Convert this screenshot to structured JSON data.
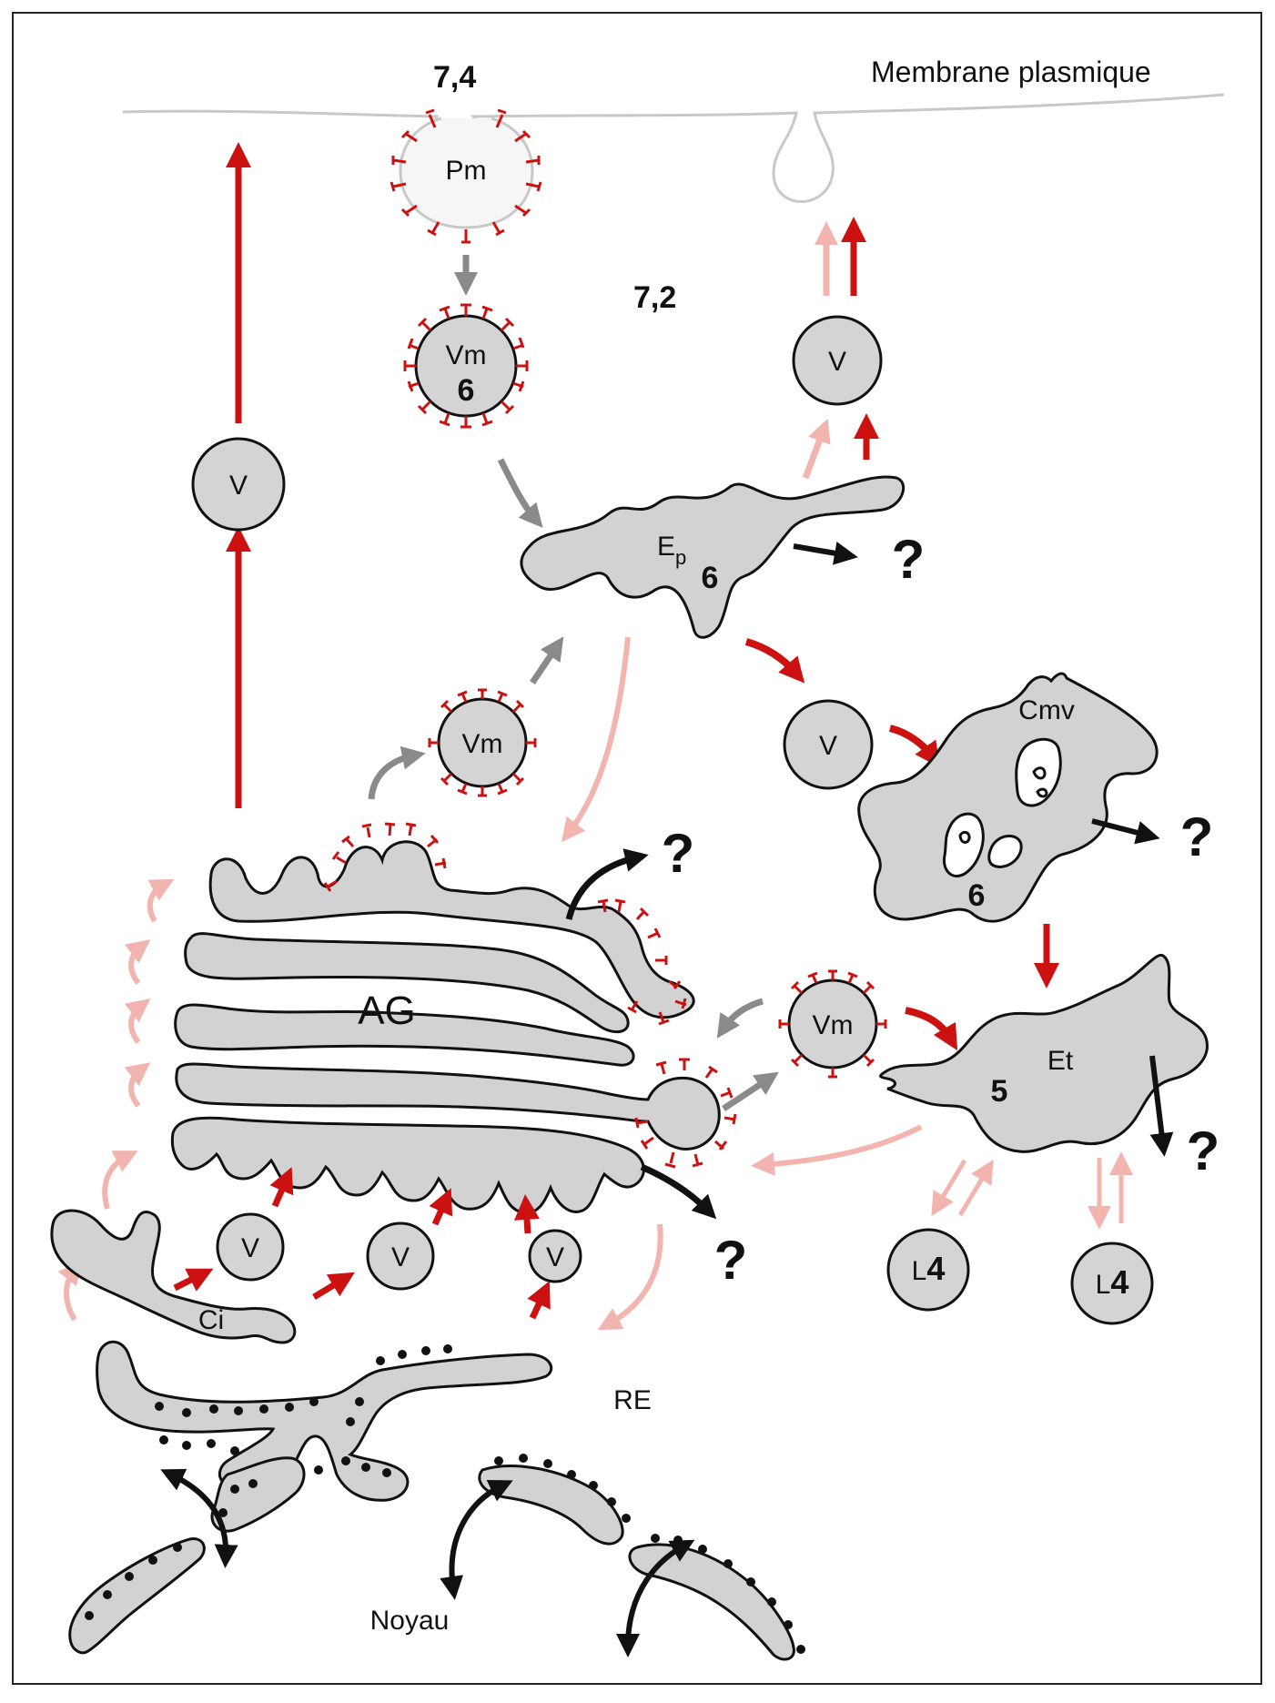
{
  "labels": {
    "membrane": "Membrane plasmique",
    "ph_outside": "7,4",
    "ph_cytosol": "7,2",
    "pm": "Pm",
    "vm": "Vm",
    "v": "V",
    "ep_main": "E",
    "ep_sub": "p",
    "cmv": "Cmv",
    "et": "Et",
    "ag": "AG",
    "ci": "Ci",
    "re": "RE",
    "noyau": "Noyau",
    "lyso_letter": "L",
    "lyso_num": "4",
    "q": "?",
    "ph6": "6",
    "ph5": "5"
  },
  "colors": {
    "red": "#cc1111",
    "pink": "#f2b4ae",
    "grey": "#8a8a8a",
    "black": "#111111",
    "organelle": "#d2d2d2"
  }
}
